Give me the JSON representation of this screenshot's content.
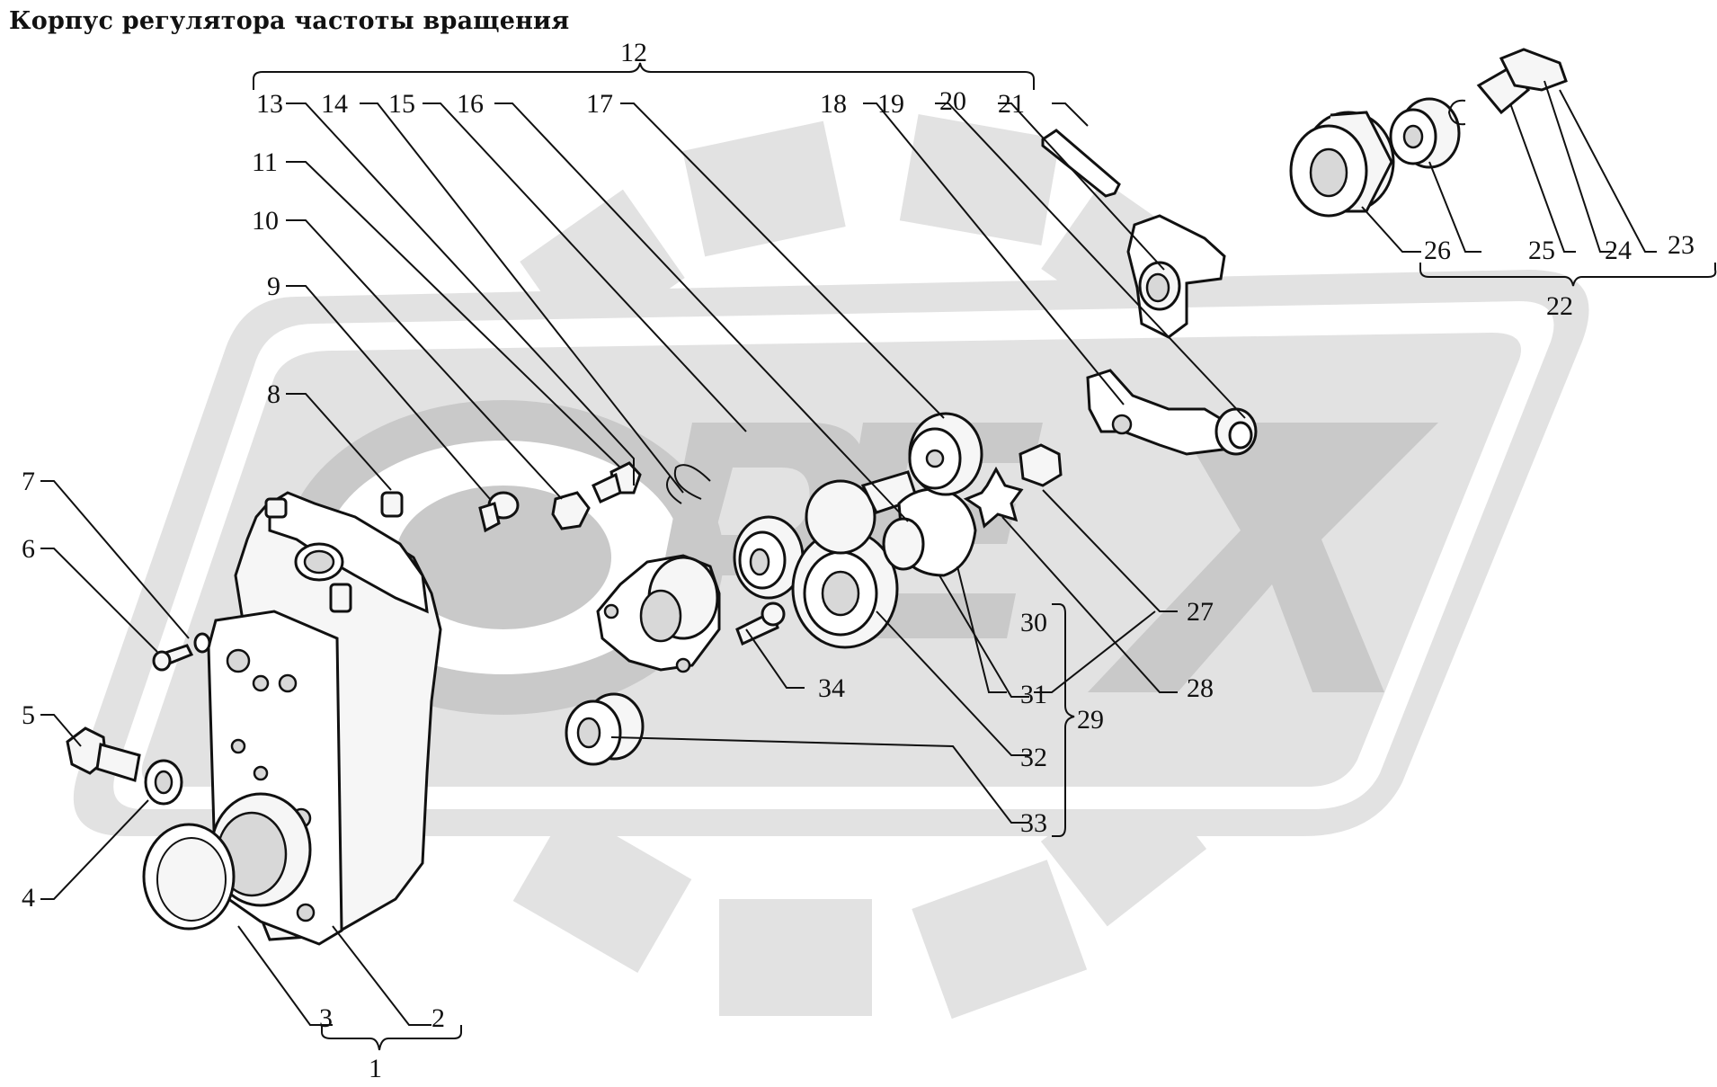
{
  "title": "Корпус регулятора частоты вращения",
  "callouts": [
    "1",
    "2",
    "3",
    "4",
    "5",
    "6",
    "7",
    "8",
    "9",
    "10",
    "11",
    "12",
    "13",
    "14",
    "15",
    "16",
    "17",
    "18",
    "19",
    "20",
    "21",
    "22",
    "23",
    "24",
    "25",
    "26",
    "27",
    "28",
    "29",
    "30",
    "31",
    "32",
    "33",
    "34"
  ],
  "watermark": {
    "color": "#c9c9c9"
  }
}
